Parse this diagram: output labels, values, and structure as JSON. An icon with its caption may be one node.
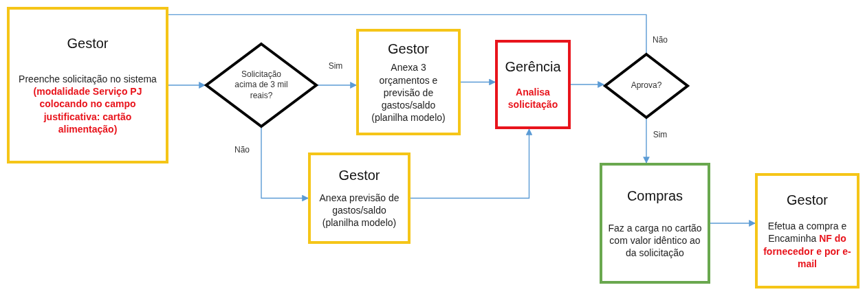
{
  "diagram": {
    "nodes": [
      {
        "text": [
          "Gestor",
          "Preenche solicitação no sistema **(modalidade Serviço PJ colocando no campo justificativa: cartão alimentação)**"
        ]
      },
      {
        "text": [
          "Solicitação acima de 3 mil reais?"
        ]
      },
      {
        "text": [
          "Gestor",
          "Anexa 3 orçamentos e previsão de gastos/saldo (planilha modelo)"
        ]
      },
      {
        "text": [
          "Gerência",
          "Analisa solicitação"
        ]
      },
      {
        "text": [
          "Aprova?"
        ]
      },
      {
        "text": [
          "Gestor",
          "Anexa previsão de gastos/saldo (planilha modelo)"
        ]
      },
      {
        "text": [
          "Compras",
          "Faz a carga no cartão com valor idêntico ao da solicitação"
        ]
      },
      {
        "text": [
          "Gestor",
          "Efetua a compra e Encaminha **NF do fornecedor e por e-mail**"
        ]
      }
    ],
    "edges": [
      {
        "from": 0,
        "to": 1,
        "arrow": "to"
      },
      {
        "from": 1,
        "to": 2,
        "arrow": "to",
        "label": "Sim"
      },
      {
        "from": 1,
        "to": 5,
        "arrow": "to",
        "label": "Não"
      },
      {
        "from": 2,
        "to": 3,
        "arrow": "to"
      },
      {
        "from": 5,
        "to": 3,
        "arrow": "to"
      },
      {
        "from": 3,
        "to": 4,
        "arrow": "to"
      },
      {
        "from": 4,
        "to": 0,
        "arrow": "to",
        "label": "Não"
      },
      {
        "from": 4,
        "to": 6,
        "arrow": "to",
        "label": "Sim"
      },
      {
        "from": 6,
        "to": 7,
        "arrow": "to"
      }
    ]
  }
}
